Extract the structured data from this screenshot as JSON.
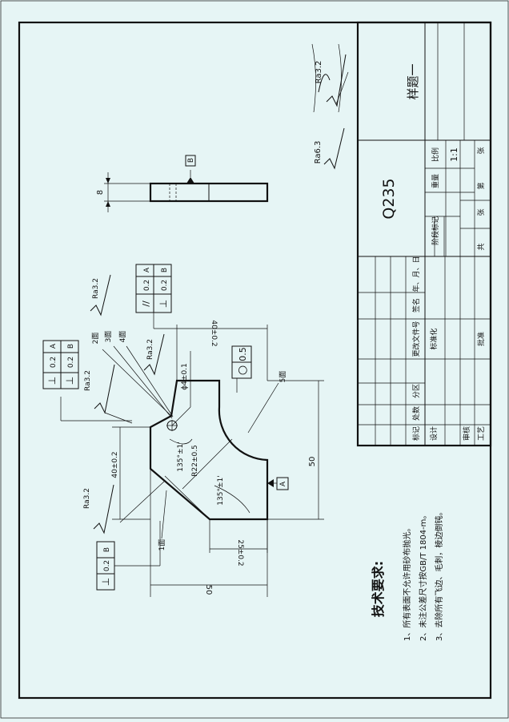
{
  "title_block": {
    "drawing_name": "样题一",
    "material": "Q235",
    "stage_mark_label": "阶段标记",
    "weight_label": "重量",
    "scale_label": "比例",
    "scale_value": "1:1",
    "total_label": "共",
    "sheet_unit_1": "张",
    "sheet_no_label": "第",
    "sheet_unit_2": "张",
    "header": [
      "标记",
      "处数",
      "分区",
      "更改文件号",
      "签名",
      "年、月、日"
    ],
    "design_label": "设计",
    "standardize_label": "标准化",
    "review_label": "审核",
    "process_label": "工艺",
    "approve_label": "批准"
  },
  "tech_req": {
    "title": "技术要求:",
    "items": [
      "1、所有表面不允许用砂布抛光。",
      "2、未注公差尺寸按GB/T 1804-m。",
      "3、去除所有飞边、毛刺，棱边倒钝。"
    ]
  },
  "surface_finish": {
    "general": "Ra6.3",
    "bracket": "Ra3.2",
    "face1": "Ra3.2",
    "face_top": "Ra3.2",
    "face_mid": "Ra3.2",
    "face_edge": "Ra3.2"
  },
  "datums": {
    "a": "A",
    "b": "B"
  },
  "tolerances": {
    "perp_1_sym": "⊥",
    "perp_1_val": "0.2",
    "perp_1_ref": "B",
    "fcf_top_sym1": "⊥",
    "fcf_top_val1": "0.2",
    "fcf_top_ref1": "A",
    "fcf_top_sym2": "⊥",
    "fcf_top_val2": "0.2",
    "fcf_top_ref2": "B",
    "fcf_par_sym1": "//",
    "fcf_par_val1": "0.2",
    "fcf_par_ref1": "A",
    "fcf_par_sym2": "⊥",
    "fcf_par_val2": "0.2",
    "fcf_par_ref2": "B",
    "circ_sym": "○",
    "circ_val": "0.5"
  },
  "dimensions": {
    "thickness": "8",
    "top_width": "40±0.2",
    "left_height": "40±0.2",
    "total_height": "50",
    "total_width": "50",
    "bottom_width": "25±0.2",
    "angle_top": "135°±1'",
    "angle_bottom": "135°±1'",
    "radius": "R22±0.5",
    "hole": "ϕ4±0.1"
  },
  "face_labels": {
    "f1": "1面",
    "f2": "2面",
    "f3": "3面",
    "f4": "4面",
    "f5": "5面"
  }
}
